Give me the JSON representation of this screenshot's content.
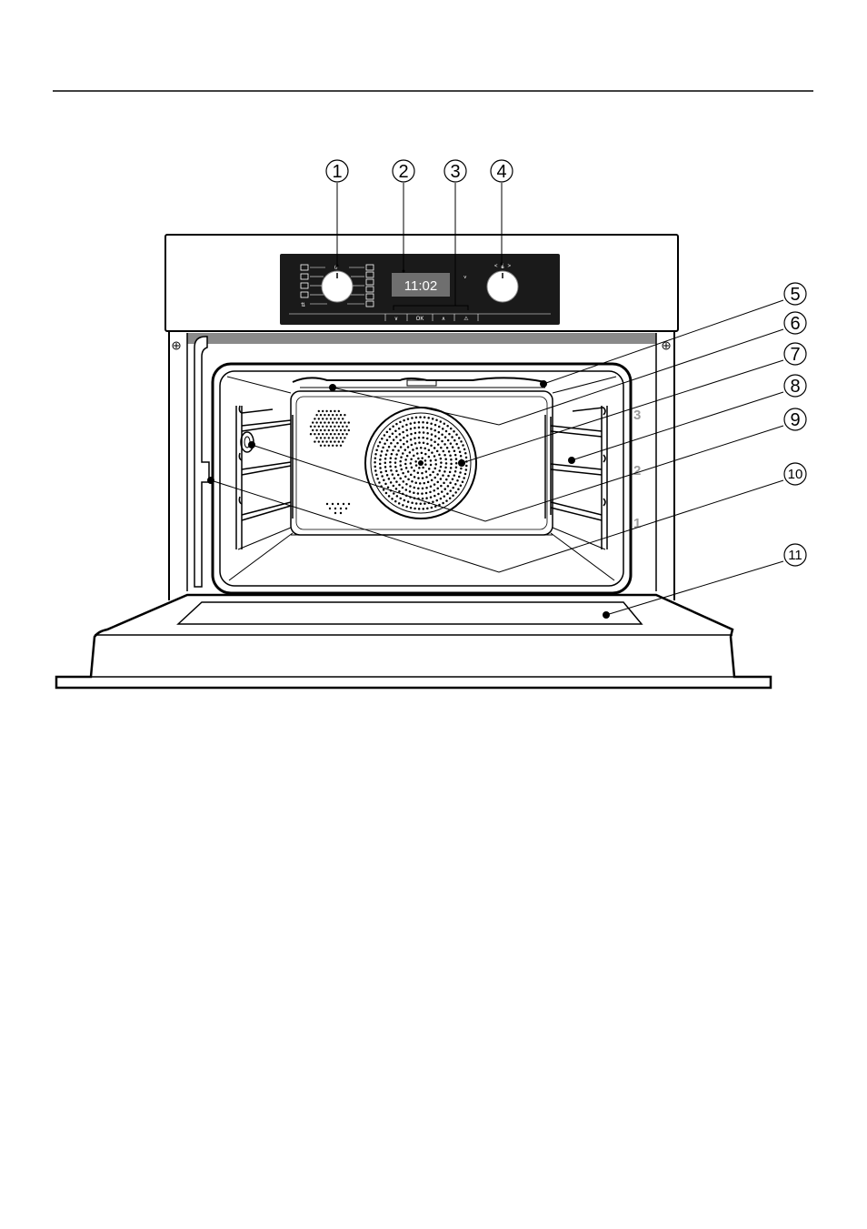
{
  "display": {
    "time": "11:02"
  },
  "touch_keys": [
    "∨",
    "OK",
    "∧",
    "⚠"
  ],
  "function_selector_label": "0",
  "temperature_selector_label": "<  🌡  >",
  "shelf_levels": [
    "3",
    "2",
    "1"
  ],
  "callouts": [
    "1",
    "2",
    "3",
    "4",
    "5",
    "6",
    "7",
    "8",
    "9",
    "10",
    "11"
  ],
  "colors": {
    "line": "#000000",
    "panel": "#1a1a1a",
    "gray": "#9a9a9a"
  }
}
